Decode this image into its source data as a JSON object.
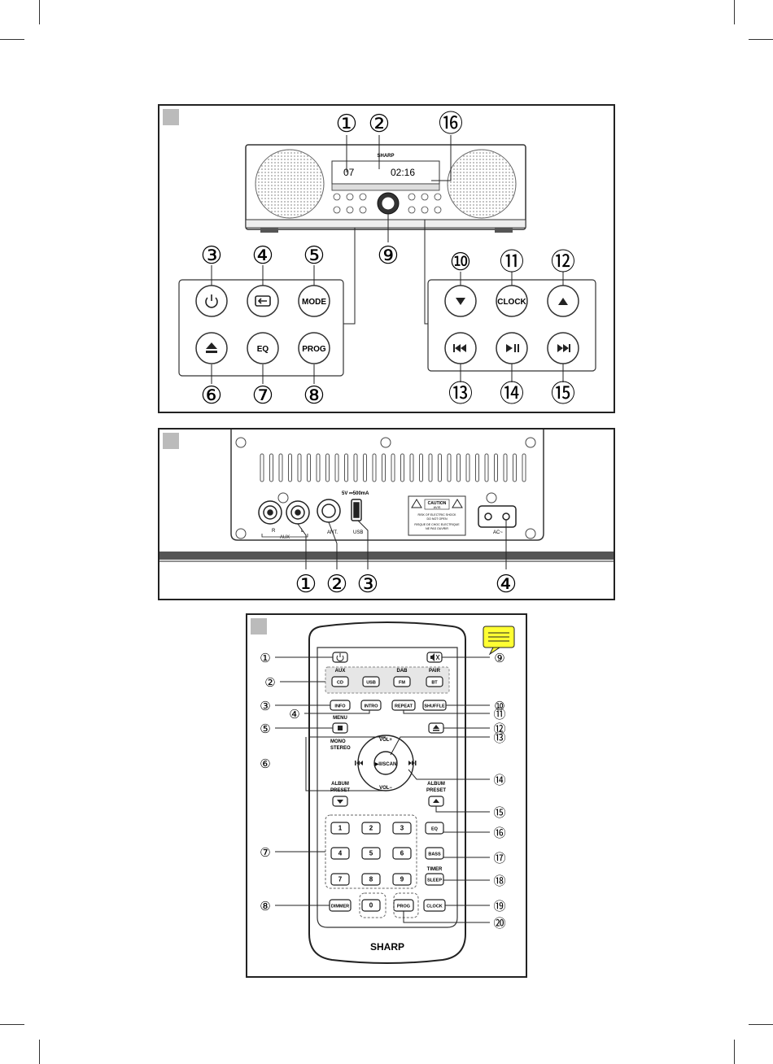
{
  "unit": {
    "brand": "SHARP",
    "display": {
      "left": "07",
      "right": "02:16"
    },
    "callouts": {
      "c1": "①",
      "c2": "②",
      "c3": "③",
      "c4": "④",
      "c5": "⑤",
      "c6": "⑥",
      "c7": "⑦",
      "c8": "⑧",
      "c9": "⑨",
      "c10": "⑩",
      "c11": "⑪",
      "c12": "⑫",
      "c13": "⑬",
      "c14": "⑭",
      "c15": "⑮",
      "c16": "⑯"
    },
    "left_buttons": {
      "mode": "MODE",
      "eq": "EQ",
      "prog": "PROG"
    },
    "right_buttons": {
      "clock": "CLOCK"
    }
  },
  "rear": {
    "callouts": {
      "c1": "①",
      "c2": "②",
      "c3": "③",
      "c4": "④"
    },
    "labels": {
      "r": "R",
      "l": "L",
      "aux": "AUX",
      "ant": "ANT.",
      "usb": "USB",
      "usb_rating": "5V ⎓500mA",
      "ac": "AC~",
      "caution": "CAUTION",
      "avis": "AVIS",
      "warn1": "RISK OF ELECTRIC SHOCK",
      "warn2": "DO NOT OPEN",
      "warn3": "RISQUE DE CHOC ELECTRIQUE",
      "warn4": "NE PAS OUVRIR"
    }
  },
  "remote": {
    "brand": "SHARP",
    "callouts": {
      "c1": "①",
      "c2": "②",
      "c3": "③",
      "c4": "④",
      "c5": "⑤",
      "c6": "⑥",
      "c7": "⑦",
      "c8": "⑧",
      "c9": "⑨",
      "c10": "⑩",
      "c11": "⑪",
      "c12": "⑫",
      "c13": "⑬",
      "c14": "⑭",
      "c15": "⑮",
      "c16": "⑯",
      "c17": "⑰",
      "c18": "⑱",
      "c19": "⑲",
      "c20": "⑳"
    },
    "top_labels": {
      "aux": "AUX",
      "dab": "DAB",
      "pair": "PAIR",
      "menu": "MENU",
      "mono": "MONO",
      "stereo": "STEREO",
      "album_l": "ALBUM",
      "preset_l": "PRESET",
      "album_r": "ALBUM",
      "preset_r": "PRESET",
      "timer": "TIMER"
    },
    "buttons": {
      "cd": "CD",
      "usb": "USB",
      "fm": "FM",
      "bt": "BT",
      "info": "INFO",
      "intro": "INTRO",
      "repeat": "REPEAT",
      "shuffle": "SHUFFLE",
      "volup": "VOL+",
      "voldn": "VOL−",
      "playscan": "▶II/SCAN",
      "eq": "EQ",
      "bass": "BASS",
      "sleep": "SLEEP",
      "dimmer": "DIMMER",
      "prog": "PROG",
      "clock": "CLOCK",
      "n1": "1",
      "n2": "2",
      "n3": "3",
      "n4": "4",
      "n5": "5",
      "n6": "6",
      "n7": "7",
      "n8": "8",
      "n9": "9",
      "n0": "0"
    }
  }
}
